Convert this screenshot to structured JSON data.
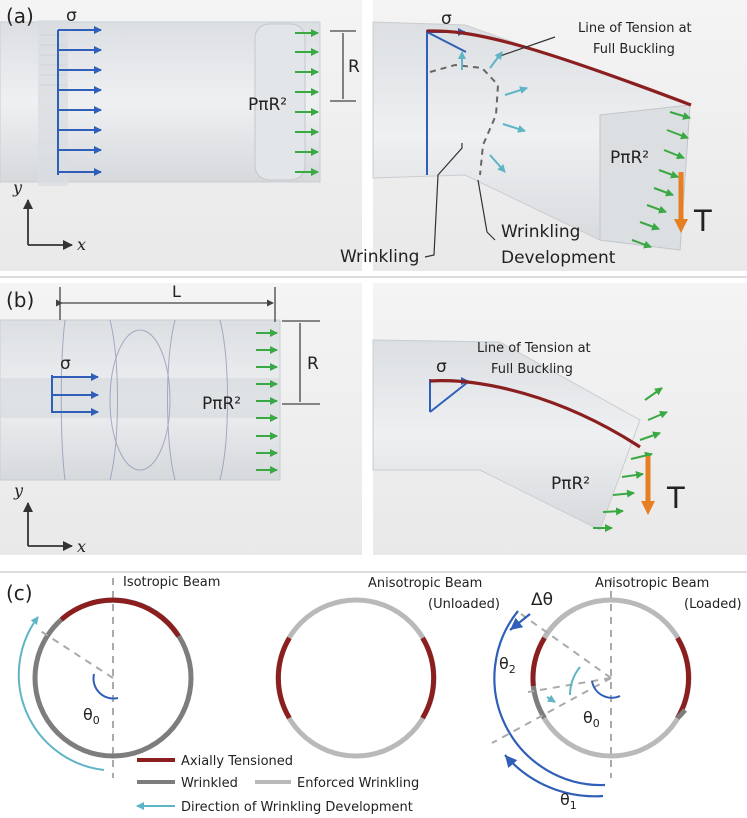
{
  "panel_a": {
    "tag": "(a)",
    "sigma": "σ",
    "r_label": "R",
    "pressure_left": "PπR²",
    "pressure_right": "PπR²",
    "sigma_right": "σ",
    "tension_line_1": "Line of Tension at",
    "tension_line_2": "Full Buckling",
    "wrinkling": "Wrinkling",
    "dev_1": "Wrinkling",
    "dev_2": "Development",
    "t_label": "T",
    "y_axis": "y",
    "x_axis": "x"
  },
  "panel_b": {
    "tag": "(b)",
    "l_label": "L",
    "r_label": "R",
    "sigma": "σ",
    "pressure_left": "PπR²",
    "sigma_right": "σ",
    "tension_line_1": "Line of Tension at",
    "tension_line_2": "Full Buckling",
    "pressure_right": "PπR²",
    "t_label": "T",
    "y_axis": "y",
    "x_axis": "x"
  },
  "panel_c": {
    "tag": "(c)",
    "iso_title": "Isotropic Beam",
    "aniso_unloaded_1": "Anisotropic Beam",
    "aniso_unloaded_2": "(Unloaded)",
    "aniso_loaded_1": "Anisotropic Beam",
    "aniso_loaded_2": "(Loaded)",
    "theta0": "θ",
    "theta0_sub": "0",
    "theta0_b": "θ",
    "theta0_b_sub": "0",
    "theta1": "θ",
    "theta1_sub": "1",
    "theta2": "θ",
    "theta2_sub": "2",
    "delta_theta": "Δθ",
    "legend": {
      "axially_tensioned": "Axially Tensioned",
      "wrinkled": "Wrinkled",
      "enforced": "Enforced Wrinkling",
      "direction": "Direction of Wrinkling Development"
    }
  },
  "colors": {
    "sigma_blue": "#2f5fb8",
    "pressure_green": "#3aa843",
    "tension_red": "#8b1e1e",
    "load_orange": "#e67e22",
    "wrinkle_cyan": "#5fb4c6",
    "wrinkled_gray": "#7d7d7d",
    "enforced_gray": "#b9b9b9"
  }
}
